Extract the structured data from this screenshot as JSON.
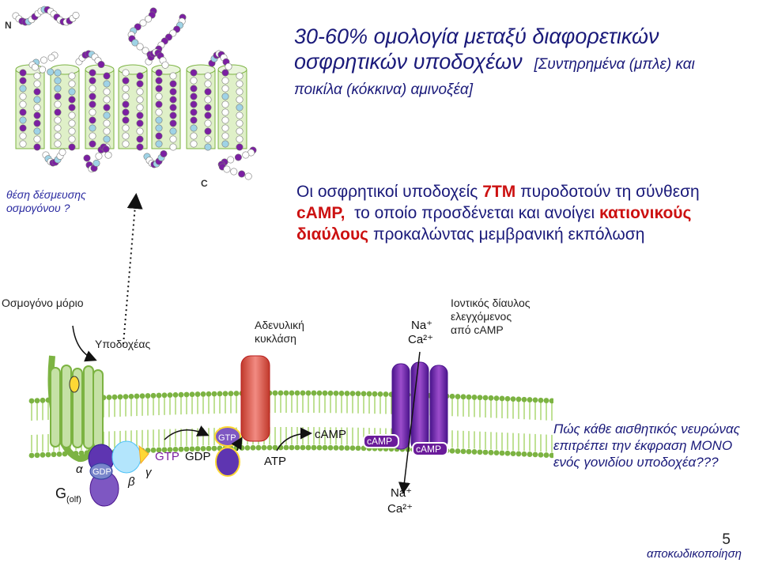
{
  "topo": {
    "n_terminal": "N",
    "c_terminal": "C"
  },
  "title": {
    "line1": "30-60% ομολογία μεταξύ διαφορετικών",
    "line2": "οσφρητικών υποδοχέων",
    "line2_sub": "[Συντηρημένα (μπλε) και",
    "line3": "ποικίλα (κόκκινα) αμινοξέα]"
  },
  "binding_site": {
    "line1": "θέση δέσμευσης",
    "line2": "οσμογόνου ?"
  },
  "claim": {
    "part1": "Οι οσφρητικοί υποδοχείς",
    "part2": "7TM",
    "part3": "πυροδοτούν τη σύνθεση",
    "part4": "cAMP,",
    "part5": "το οποίο προσδένεται και ανοίγει",
    "part6": "κατιονικούς",
    "part7": "διαύλους",
    "part8": "προκαλώντας μεμβρανική εκπόλωση"
  },
  "diagram": {
    "odorant": "Οσμογόνο μόριο",
    "receptor": "Υποδοχέας",
    "adenylyl_line1": "Αδενυλική",
    "adenylyl_line2": "κυκλάση",
    "channel_line1": "Ιοντικός δίαυλος",
    "channel_line2": "ελεγχόμενος",
    "channel_line3": "από cAMP",
    "na_top": "Na⁺",
    "ca_top": "Ca²⁺",
    "na_bottom": "Na⁺",
    "ca_bottom": "Ca²⁺",
    "camp_label": "cAMP",
    "camp_bound_1": "cAMP",
    "camp_bound_2": "cAMP",
    "atp": "ATP",
    "gtp_label": "GTP",
    "gdp_label": "GDP",
    "gtp_bound": "GTP",
    "gdp_bound": "GDP",
    "alpha": "α",
    "beta": "β",
    "gamma": "γ",
    "golf": "G",
    "golf_sub": "(olf)"
  },
  "question": {
    "line1": "Πώς κάθε αισθητικός νευρώνας",
    "line2": "επιτρέπει την έκφραση ΜΟΝΟ",
    "line3": "ενός γονιδίου υποδοχέα???"
  },
  "page_number": "5",
  "footer": "αποκωδικοποίηση",
  "colors": {
    "purple": "#7b1fa2",
    "blue": "#9fd3e6",
    "membrane": "#a6d468",
    "title": "#1a1a7a",
    "highlight": "#cc1111"
  }
}
